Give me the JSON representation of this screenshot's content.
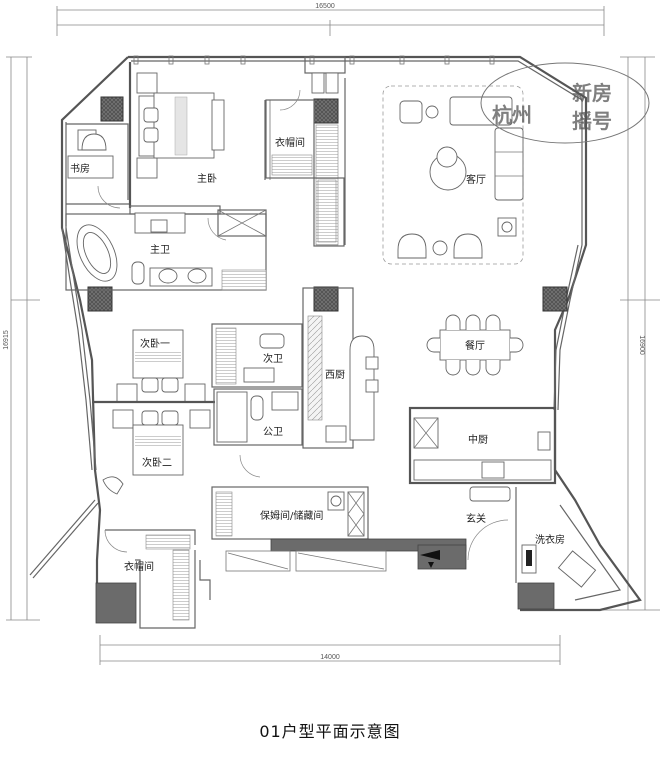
{
  "title": "01户型平面示意图",
  "watermark": {
    "line1": "杭州",
    "line2a": "新房",
    "line2b": "摇号"
  },
  "dimensions": {
    "top_width": "16500",
    "bottom_width": "14000",
    "left_height": "16915",
    "right_height": "16900"
  },
  "rooms": {
    "study": "书房",
    "master_bedroom": "主卧",
    "master_closet": "衣帽间",
    "living_room": "客厅",
    "master_bath": "主卫",
    "second_bedroom_1": "次卧一",
    "second_bath": "次卫",
    "western_kitchen": "西厨",
    "dining_room": "餐厅",
    "public_bath": "公卫",
    "second_bedroom_2": "次卧二",
    "chinese_kitchen": "中厨",
    "nanny_storage": "保姆间/储藏间",
    "entrance": "玄关",
    "laundry": "洗衣房",
    "closet_2": "衣帽间"
  },
  "colors": {
    "wall": "#555555",
    "column": "#555555",
    "background": "#ffffff"
  }
}
